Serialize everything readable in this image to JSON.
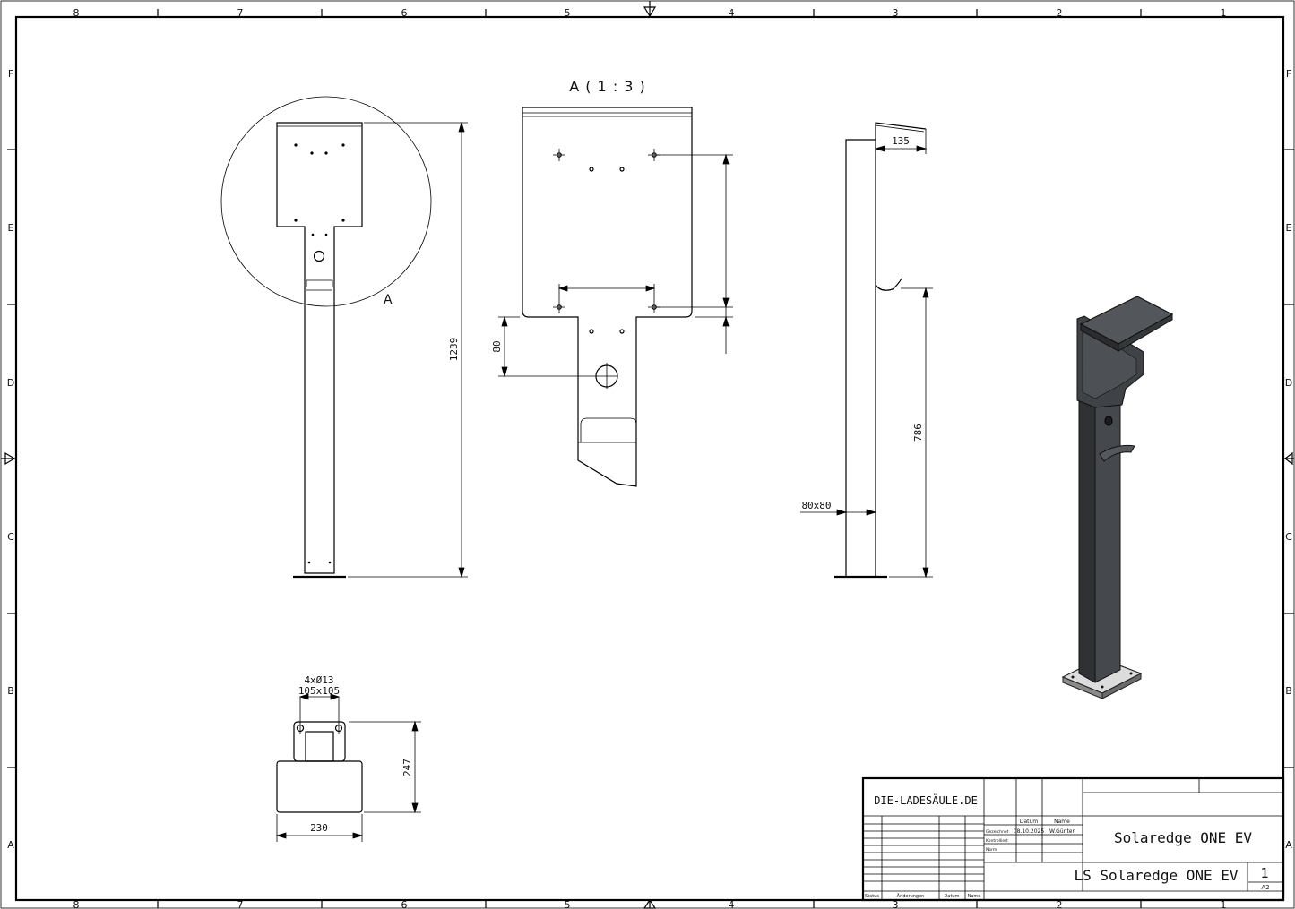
{
  "frame": {
    "columns": [
      "8",
      "7",
      "6",
      "5",
      "4",
      "3",
      "2",
      "1"
    ],
    "rows": [
      "F",
      "E",
      "D",
      "C",
      "B",
      "A"
    ]
  },
  "views": {
    "front": {
      "detail_label": "A"
    },
    "detail": {
      "title": "A ( 1 : 3 )"
    },
    "side": {},
    "base": {},
    "iso": {}
  },
  "dimensions": {
    "height_total": "1239",
    "detail_80": "80",
    "side_135": "135",
    "side_786": "786",
    "side_profile": "80x80",
    "base_holes": "4xØ13",
    "base_spacing": "105x105",
    "base_depth": "247",
    "base_width": "230"
  },
  "title_block": {
    "company": "DIE-LADESÄULE.DE",
    "col_date": "Datum",
    "col_name": "Name",
    "row_drawn": "Gezeichnet",
    "row_checked": "Kontrolliert",
    "row_norm": "Norm",
    "drawn_date": "08.10.2025",
    "drawn_name": "W.Günter",
    "title": "Solaredge ONE EV",
    "drawing_name": "LS Solaredge ONE EV",
    "sheet": "1",
    "format": "A2",
    "foot_status": "Status",
    "foot_changes": "Änderungen",
    "foot_date": "Datum",
    "foot_name": "Name"
  }
}
